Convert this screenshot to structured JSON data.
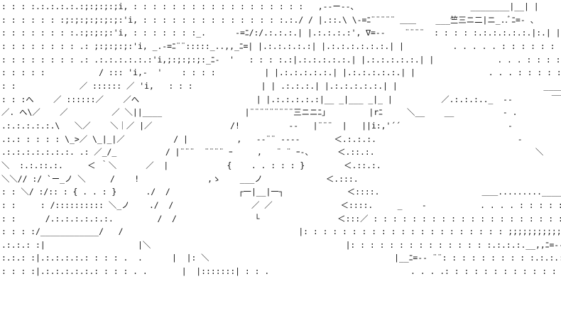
{
  "art": {
    "lines": [
      ": : : :.:.:.:.:.:;:;:;:;i, : : : : : : : : : : : : : : : : : :   ,-‐ー‐-、                       ________|__| |",
      ": : : : : : :;:;:;:;:;:;:'i, : : : : : : : : : : : : : : :.:./ / |.::.\\ \\-=ﾆ¨¨¨¨¨ ＿＿    ___竺三ニ二|ニ_..ﾞﾆ=- 、",
      ": : : : : : : :.:;:;:;:'i, : : : : : : :_.      -=ﾆ/:/.:.:.:.| |.:.:.:.:', ∇=-‐    ¨¨¨¨  : : : : :.:.:.:.:.:.|:.| |ｰ'¨¨\\ﾆ_;;;::¨ﾆ=- .、",
      ": : : : : : : : .: ;:;:;:;:'i, _.-=ﾆ¨¨:::::_..,,_ﾆ=| |.:.:.:.:.:| |.:.:.:.:.:.:.| |          . . . . . : : : : : : :::| |:.|          ´¨¨ﾆ=_;;;;;;¨ﾆ=-  .、",
      ": : : : : : : : .: .:.:.:.:.:.:'i,;:;:;:;:_ﾆ-  '   : : : :.:|.:.:.:.:.:.| |.:.:.:.:.:.| |             . . . : : : : : : |:. |               ´¨¨‐=ﾆ;;;;;;;;;;;;;¨",
      ": : : : :           / ::: 'i,-  '    : : : :          | |.:.:.:.:.:.| |.:.:.:.:.:.| |               . . . : : : : : : : |: |                          /-:",
      ": :             ／ :::::: ／ 'i,   : : :              | | .:.:.:.| |.:.:.:.:.:.| |                              _________`丶:|                    /:::/",
      ": : :へ    ／ ::::::／    ／へ                        | |.:.:.:.:.:|__ _|___ _|_ |          ／.:.:.:.._  ‐‐        ￣￣＼_  .                   /:::/",
      "／. へ\\／    ／         ／ ＼||____                 |¨¨¨¨¨¨¨¨¨三ニニﾆ」        |rﾆ     ＼__    __          ‐ .                  ./::::/",
      ".:.:.:.:.:.\\   ＼／    ＼｜／ |／                /!          ‐‐   |¨¨¨  |   ||i:,'´´                      ‐                          /::::/",
      ".:.: : : : : \\_>／ \\_|_|／          / |          ,   ‐‐¨¨ ‐‐‐‐       ＜.:.:.:.                             ‐                    ./::::/",
      ".:.:.:.:.:.:.:. .: ／_/_          / |¨¨¨  ¨¨¨¨ ｰ     ,   ¨ ¨ ｰ-、     ＜.::.:.                                 ＼           /::::/",
      "＼  :.:.::.:.     ＜ ｀＼      ／  |            {    . . : : : }        ＜.::.:.                                       ＼   /::::/",
      "＼＼// :/ `ー_ノ ＼     /    !              ,ゝ    ___ノ             ＜.:::.                                          ＼_::::/",
      ": : ＼/ :/:: : { . . : }      ./  /              ┌一|__|一┐             ＜::::.                     ＿＿.........____",
      ": :     : /:::::::::: ＼_ノ    ./  /                ／ ／              ＜::::.     _    ‐           . . . . : : : : : : : : : ::::::|",
      ": :      /.:.:.:.:.:.:.         /  /                └                ＜:::／ : : : : : : : : : : : : : : : : : : : : : : : : ::::::|",
      ": : : :/____________/   /                                    |: : : : : : : : : : : : : : : : : : : : : ;;;;;;;;;;;;;;;;;;;;;;;;__|. . . . : :",
      ".:.:.: :|                   |＼                                        |: : : : : : : : : : : : : : :.:.:.:.__,,ﾆ=-‐  ¨ ¨ ´::::::::: ＼: : :",
      ":.:.: :|.:.:.:.:.: : : : .  .      |  |: ＼                                      |__ﾆ=-‐ ¨¨: : : : : : : : : :.:.:.:.:.:.:.:.:.:.:.:.:.:.:.:.:.:.:.:.:.:.:.:.:.| ＼:",
      ": : : :|.:.:.:.:.:.: : : : . .       |  |:::::::| : : .                             . . . .: : : : : : : : : : : : : : : : : : : : : : : : : : : : : : : :"
    ]
  }
}
